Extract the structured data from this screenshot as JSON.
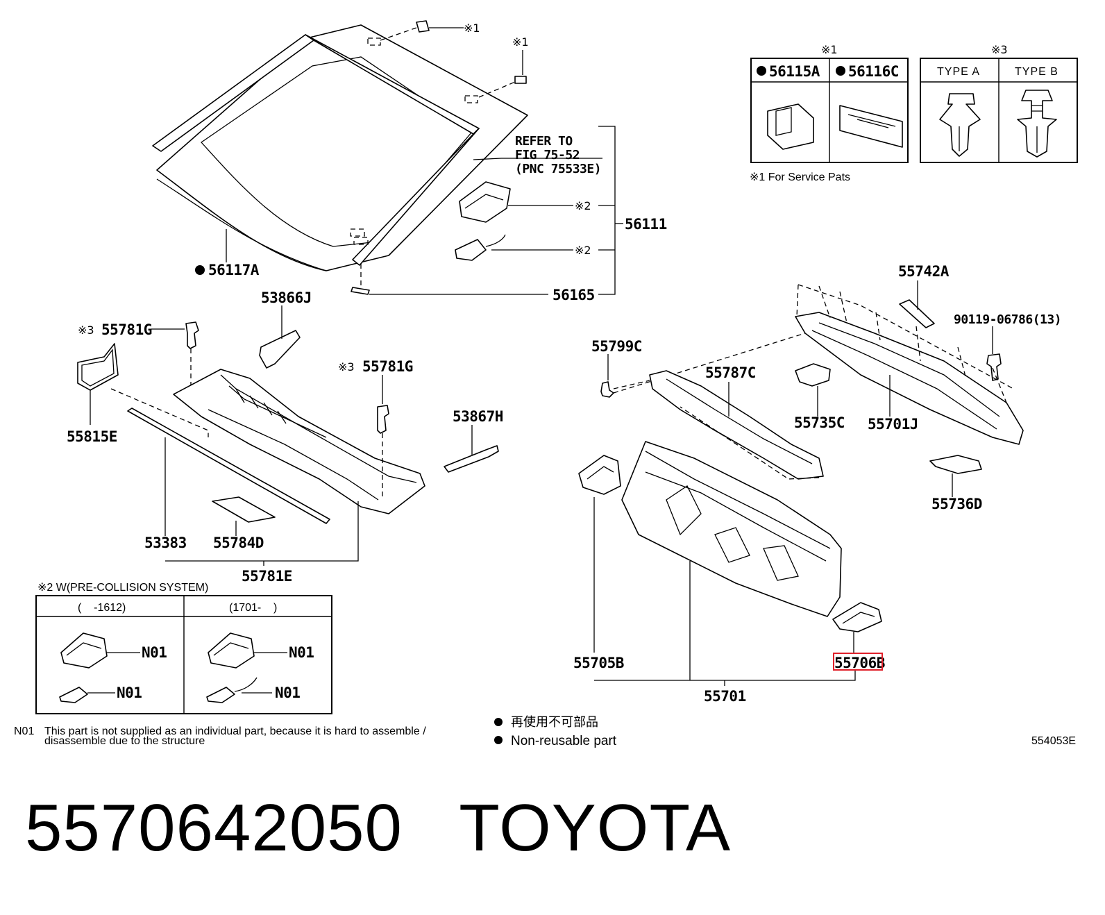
{
  "labels": {
    "p56117A": "56117A",
    "p56111": "56111",
    "p56165": "56165",
    "refer1": "REFER TO",
    "refer2": "FIG 75-52",
    "refer3": "(PNC 75533E)",
    "note1a": "※1",
    "note1b": "※1",
    "note2a": "※2",
    "note2b": "※2",
    "p53866J": "53866J",
    "p55781G_a": "55781G",
    "p55781G_b": "55781G",
    "note3a": "※3",
    "note3b": "※3",
    "p55815E": "55815E",
    "p53383": "53383",
    "p55784D": "55784D",
    "p55781E": "55781E",
    "p53867H": "53867H",
    "p55742A": "55742A",
    "p90119": "90119-06786(13)",
    "p55799C": "55799C",
    "p55787C": "55787C",
    "p55735C": "55735C",
    "p55701J": "55701J",
    "p55736D": "55736D",
    "p55705B": "55705B",
    "p55706B": "55706B",
    "p55701": "55701"
  },
  "service_table": {
    "header_mark": "※1",
    "col1": "56115A",
    "col2": "56116C",
    "footnote": "※1 For Service Pats"
  },
  "clip_table": {
    "header_mark": "※3",
    "col1": "TYPE A",
    "col2": "TYPE B"
  },
  "pcs_table": {
    "title": "※2 W(PRE-COLLISION SYSTEM)",
    "col1": "(    -1612)",
    "col2": "(1701-    )",
    "n01": "N01"
  },
  "footer": {
    "n01_code": "N01",
    "n01_text_1": "This part is not supplied as an individual part, because it is hard to assemble /",
    "n01_text_2": "disassemble due to the structure",
    "legend_cn": "再使用不可部品",
    "legend_en": "Non-reusable part",
    "figure_id": "554053E"
  },
  "caption": {
    "part_number": "5570642050",
    "brand": "TOYOTA"
  },
  "highlight_color": "#e0202a"
}
